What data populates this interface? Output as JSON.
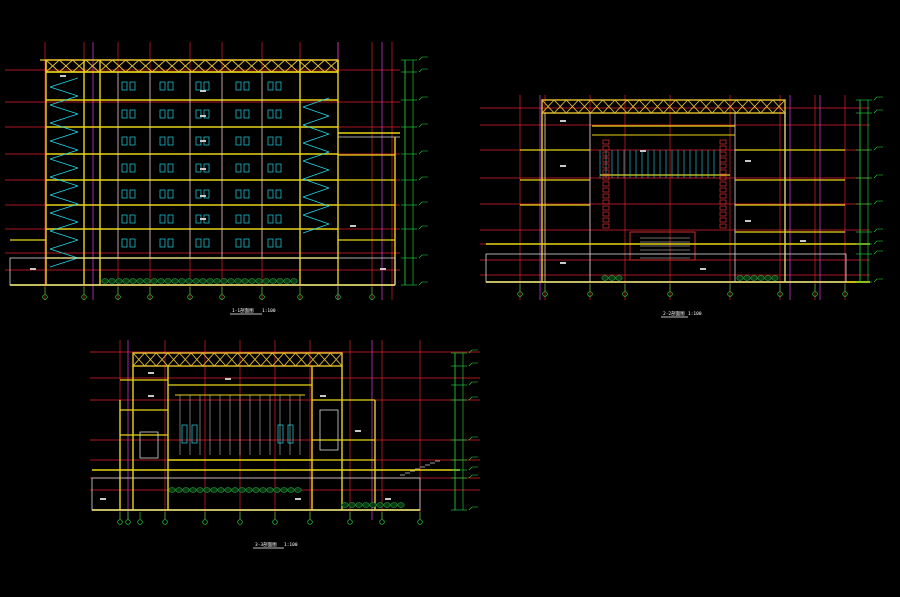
{
  "drawing": {
    "background": "#000000",
    "colors": {
      "grid_red": "#e0202a",
      "grid_magenta": "#e040e0",
      "structure_yellow": "#e8d418",
      "truss_yellow": "#e8c030",
      "wall_white": "#d8d8d8",
      "window_cyan": "#20d8e8",
      "level_green": "#20e040",
      "planting_green": "#1fa83a",
      "stage_red": "#e03030",
      "label_gray": "#c8c8c8"
    }
  },
  "sections": [
    {
      "id": "section-1",
      "title": "1-1剖面图",
      "scale": "1:100"
    },
    {
      "id": "section-2",
      "title": "2-2剖面图",
      "scale": "1:100"
    },
    {
      "id": "section-3",
      "title": "3-3剖面图",
      "scale": "1:100"
    }
  ],
  "watermark": ""
}
